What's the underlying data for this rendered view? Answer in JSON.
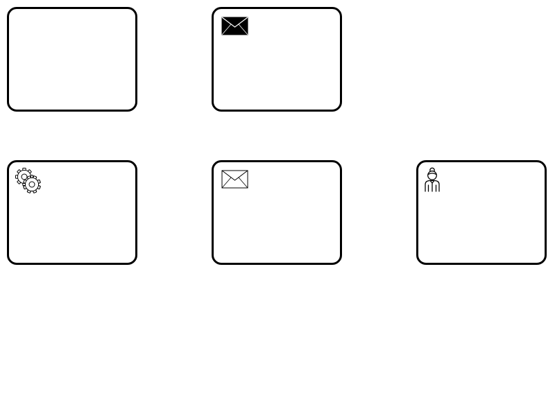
{
  "diagram": {
    "type": "bpmn-task-types",
    "background": "#ffffff",
    "stroke_color": "#000000",
    "tasks": [
      {
        "kind": "task",
        "label": "",
        "icon": "none"
      },
      {
        "kind": "send-task",
        "label": "",
        "icon": "envelope-filled-icon"
      },
      {
        "kind": "service-task",
        "label": "",
        "icon": "gears-icon"
      },
      {
        "kind": "receive-task",
        "label": "",
        "icon": "envelope-outline-icon"
      },
      {
        "kind": "user-task",
        "label": "",
        "icon": "user-icon"
      }
    ]
  }
}
